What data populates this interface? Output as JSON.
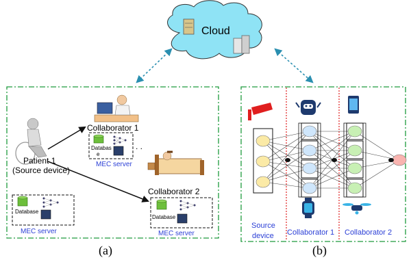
{
  "cloud": {
    "label": "Cloud"
  },
  "panel_a": {
    "caption": "(a)",
    "patient_label_line1": "Patient 1",
    "patient_label_line2": "(Source device)",
    "collaborator1_label": "Collaborator 1",
    "collaborator2_label": "Collaborator 2",
    "database_label_split_1": "Databas",
    "database_label_split_2": "e",
    "database_label": "Database",
    "mec_server_label": "MEC server",
    "ellipsis": ". ."
  },
  "panel_b": {
    "caption": "(b)",
    "source_device_line1": "Source",
    "source_device_line2": "device",
    "collaborator1_label": "Collaborator 1",
    "collaborator2_label": "Collaborator 2"
  },
  "colors": {
    "cloud_fill": "#8fe3f5",
    "dash_green": "#1d9a3c",
    "dash_red": "#e01e1e",
    "arrow_teal": "#2a8fb0",
    "blue_text": "#2b3fd6",
    "node_yellow": "#fbeaa6",
    "node_blue": "#cfe6fb",
    "node_green": "#c8f0b4",
    "node_pink": "#f9b4b0"
  },
  "icons": [
    "cloud-icon",
    "server-icon",
    "doctor-computer-icon",
    "patient-icon",
    "bed-patient-icon",
    "security-camera-icon",
    "robot-icon",
    "smartwatch-icon",
    "smartphone-icon",
    "drone-icon",
    "database-icon",
    "neural-net-icon",
    "monitor-icon"
  ]
}
